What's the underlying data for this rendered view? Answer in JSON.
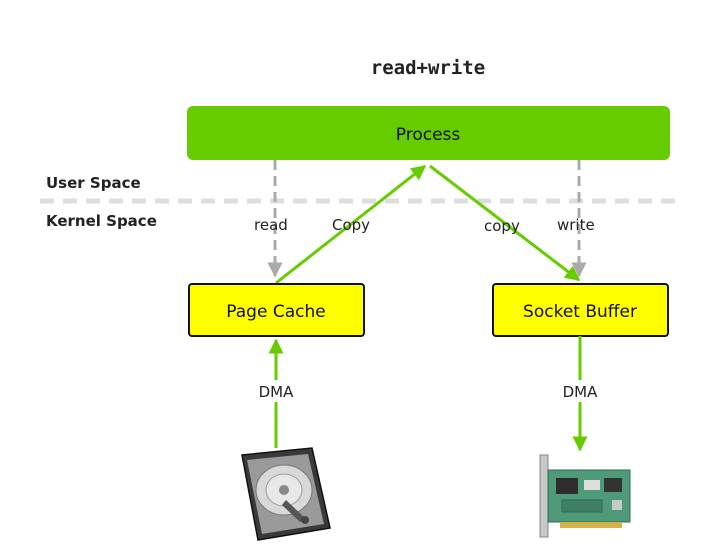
{
  "title": "read+write",
  "spaces": {
    "user": "User Space",
    "kernel": "Kernel Space"
  },
  "nodes": {
    "process": "Process",
    "page_cache": "Page Cache",
    "socket_buffer": "Socket Buffer"
  },
  "edges": {
    "read": "read",
    "copy_up": "Copy",
    "copy_down": "copy",
    "write": "write",
    "dma_disk": "DMA",
    "dma_nic": "DMA"
  },
  "devices": {
    "disk": "hard-disk-icon",
    "nic": "network-card-icon"
  },
  "colors": {
    "green": "#66cc00",
    "yellow": "#ffff00",
    "dashed": "#aaaaaa",
    "divider": "#dddddd"
  }
}
